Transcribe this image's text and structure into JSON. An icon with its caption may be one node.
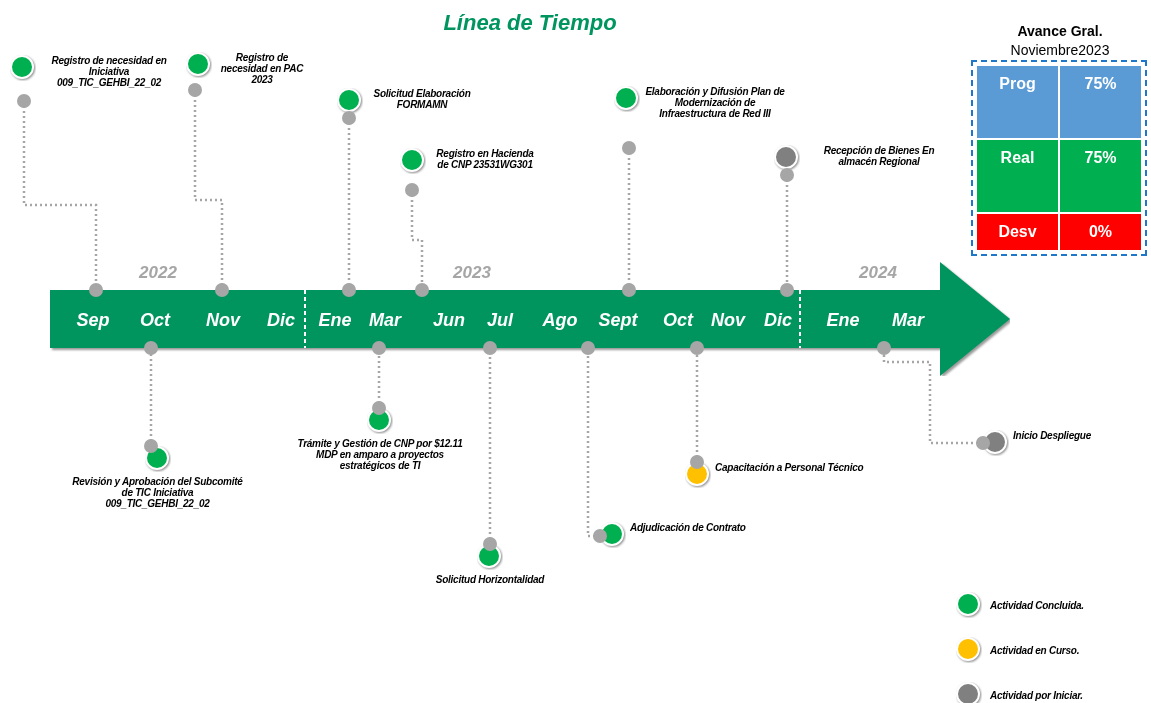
{
  "diagram": {
    "title": "Línea de Tiempo",
    "nodes": [
      {
        "text": [
          "Registro de necesidad en Iniciativa 009_TIC_GEHBI_22_02"
        ]
      },
      {
        "text": [
          "Registro de necesidad en PAC 2023"
        ]
      },
      {
        "text": [
          "Solicitud Elaboración FORMAMN"
        ]
      },
      {
        "text": [
          "Registro en Hacienda de CNP 23531WG301"
        ]
      },
      {
        "text": [
          "Elaboración y Difusión Plan de Modernización de Infraestructura de Red III"
        ]
      },
      {
        "text": [
          "Recepción de Bienes En almacén Regional"
        ]
      },
      {
        "text": [
          "Revisión y Aprobación del Subcomité de TIC Iniciativa 009_TIC_GEHBI_22_02"
        ]
      },
      {
        "text": [
          "Trámite y Gestión de CNP por $12.11 MDP en amparo a proyectos estratégicos de TI"
        ]
      },
      {
        "text": [
          "Solicitud Horizontalidad"
        ]
      },
      {
        "text": [
          "Adjudicación de Contrato"
        ]
      },
      {
        "text": [
          "Capacitación a Personal Técnico"
        ]
      },
      {
        "text": [
          "Inicio Despliegue"
        ]
      },
      {
        "text": [],
        "shape": "arrow"
      }
    ],
    "edges": [
      {
        "from": 0,
        "to": 12,
        "arrow": "other",
        "style": "dashed"
      },
      {
        "from": 1,
        "to": 12,
        "arrow": "other",
        "style": "dashed"
      },
      {
        "from": 2,
        "to": 12,
        "arrow": "other",
        "style": "dashed"
      },
      {
        "from": 3,
        "to": 12,
        "arrow": "other",
        "style": "dashed"
      },
      {
        "from": 4,
        "to": 12,
        "arrow": "other",
        "style": "dashed"
      },
      {
        "from": 5,
        "to": 12,
        "arrow": "other",
        "style": "dashed"
      },
      {
        "from": 6,
        "to": 12,
        "arrow": "other",
        "style": "dashed"
      },
      {
        "from": 7,
        "to": 12,
        "arrow": "other",
        "style": "dashed"
      },
      {
        "from": 8,
        "to": 12,
        "arrow": "other",
        "style": "dashed"
      },
      {
        "from": 9,
        "to": 12,
        "arrow": "other",
        "style": "dashed"
      },
      {
        "from": 10,
        "to": 12,
        "arrow": "other",
        "style": "dashed"
      },
      {
        "from": 11,
        "to": 12,
        "arrow": "other",
        "style": "dashed"
      }
    ],
    "labels": [
      "2022",
      "2023",
      "2024",
      "Sep",
      "Oct",
      "Nov",
      "Dic",
      "Ene",
      "Mar",
      "Jun",
      "Jul",
      "Ago",
      "Sept",
      "Oct",
      "Nov",
      "Dic",
      "Ene",
      "Mar",
      "Avance Gral.",
      "Noviembre2023",
      "Prog",
      "75%",
      "Real",
      "75%",
      "Desv",
      "0%"
    ],
    "legend": [
      {
        "text": "Actividad Concluida.",
        "color": "#00b050"
      },
      {
        "text": "Actividad en Curso.",
        "color": "#ffc000"
      },
      {
        "text": "Actividad por Iniciar.",
        "color": "#808080"
      }
    ]
  }
}
